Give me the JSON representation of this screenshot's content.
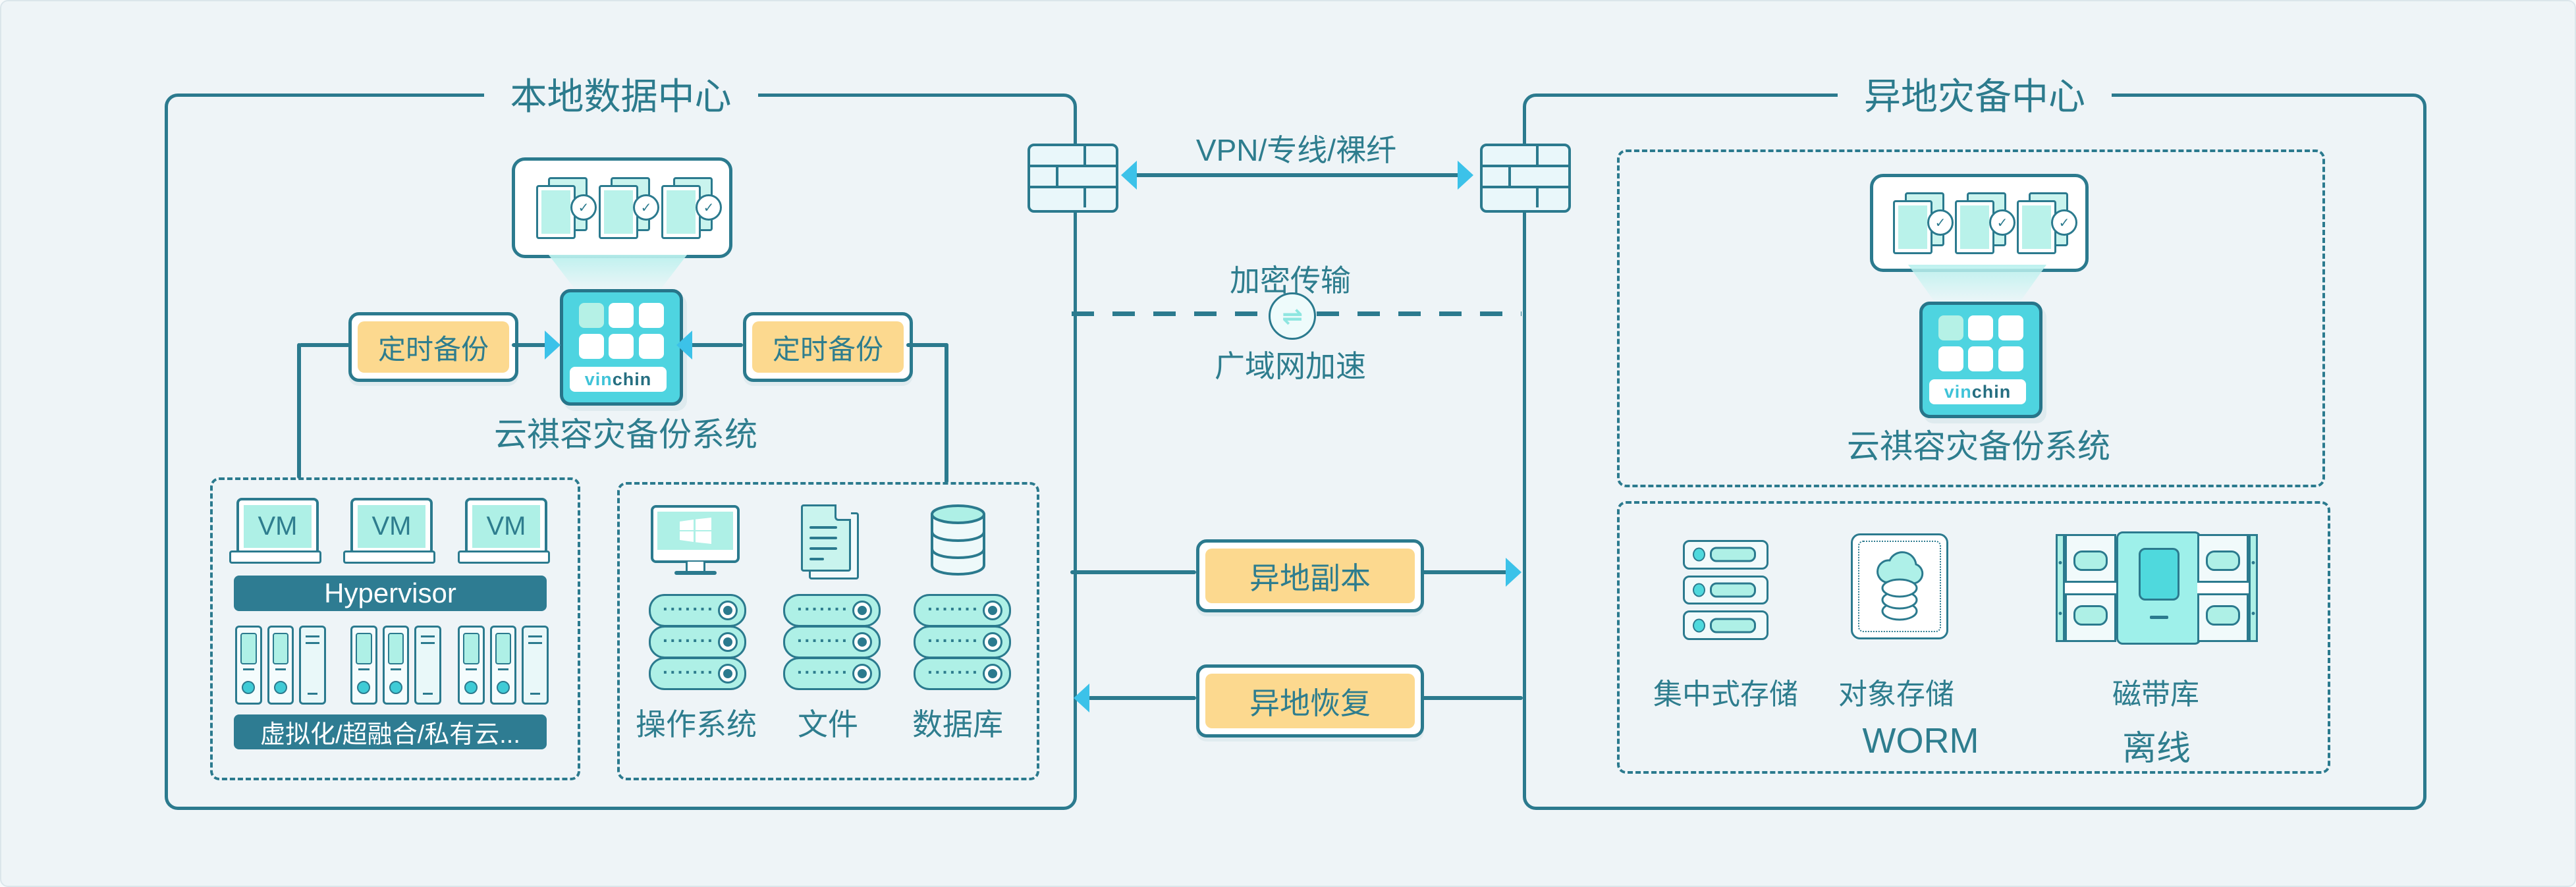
{
  "local": {
    "title": "本地数据中心",
    "scheduled_backup_left": "定时备份",
    "scheduled_backup_right": "定时备份",
    "system_label": "云祺容灾备份系统",
    "brand": {
      "vin": "vin",
      "chin": "chin"
    },
    "virtualization": {
      "vms": [
        "VM",
        "VM",
        "VM"
      ],
      "hypervisor": "Hypervisor",
      "caption": "虚拟化/超融合/私有云..."
    },
    "sources": {
      "os": "操作系统",
      "file": "文件",
      "database": "数据库"
    }
  },
  "link": {
    "vpn": "VPN/专线/裸纤",
    "encrypted": "加密传输",
    "wan": "广域网加速",
    "replica": "异地副本",
    "restore": "异地恢复"
  },
  "remote": {
    "title": "异地灾备中心",
    "system_label": "云祺容灾备份系统",
    "brand": {
      "vin": "vin",
      "chin": "chin"
    },
    "storage": {
      "centralized": "集中式存储",
      "object": "对象存储",
      "tape": "磁带库",
      "worm": "WORM",
      "offline": "离线"
    }
  },
  "icons": {
    "check": "✓",
    "transfer": "⇌",
    "dots": "·······"
  },
  "colors": {
    "teal_line": "#2b7a8e",
    "text_teal": "#2e7d8e",
    "device_cyan": "#4ed4e0",
    "mint": "#aef0e6",
    "yellow": "#fcd98f",
    "arrow_cyan": "#3cc2e9",
    "dark_bar": "#2e7c92",
    "background": "#eef4f7"
  }
}
